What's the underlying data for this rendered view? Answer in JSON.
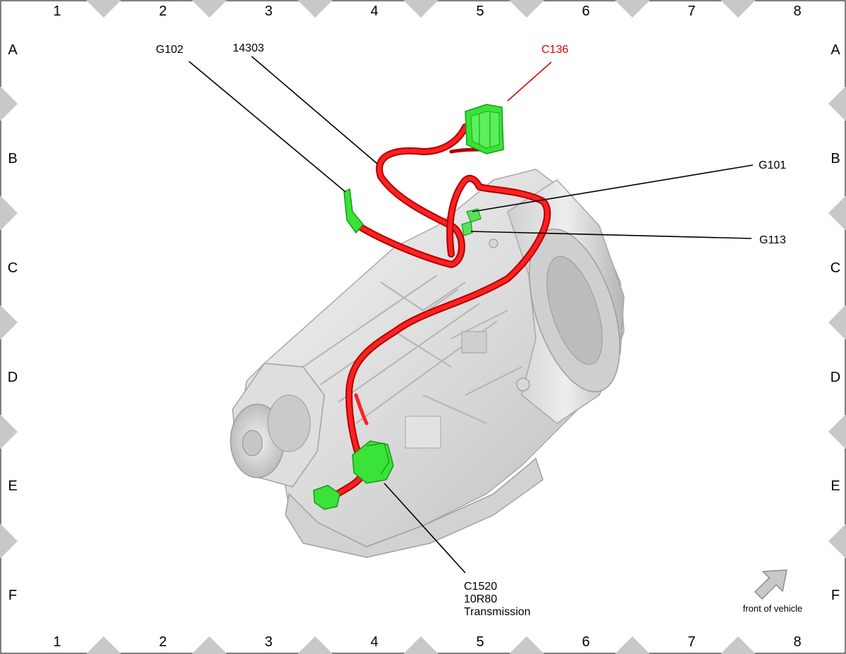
{
  "grid": {
    "columns": [
      "1",
      "2",
      "3",
      "4",
      "5",
      "6",
      "7",
      "8"
    ],
    "rows": [
      "A",
      "B",
      "C",
      "D",
      "E",
      "F"
    ]
  },
  "callouts": {
    "g102": "G102",
    "harness": "14303",
    "c136": "C136",
    "g101": "G101",
    "g113": "G113",
    "c1520_line1": "C1520",
    "c1520_line2": "10R80",
    "c1520_line3": "Transmission"
  },
  "orientation": {
    "label": "front of vehicle",
    "icon": "arrow-icon"
  },
  "colors": {
    "harness": "#e01010",
    "connector": "#33dd33",
    "highlight_callout": "#e00000",
    "marker": "#c8c8c8",
    "transmission": "#d9d9d9"
  }
}
